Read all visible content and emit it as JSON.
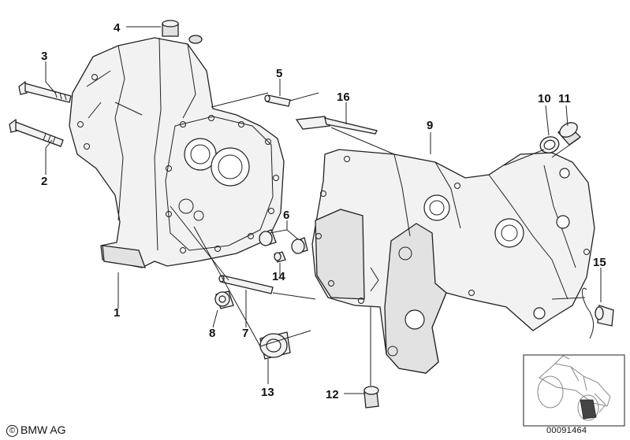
{
  "labels": [
    "1",
    "2",
    "3",
    "4",
    "5",
    "6",
    "7",
    "8",
    "9",
    "10",
    "11",
    "12",
    "13",
    "14",
    "15",
    "16"
  ],
  "footer": {
    "copyright_symbol": "©",
    "brand": "BMW AG",
    "image_id": "00091464"
  }
}
